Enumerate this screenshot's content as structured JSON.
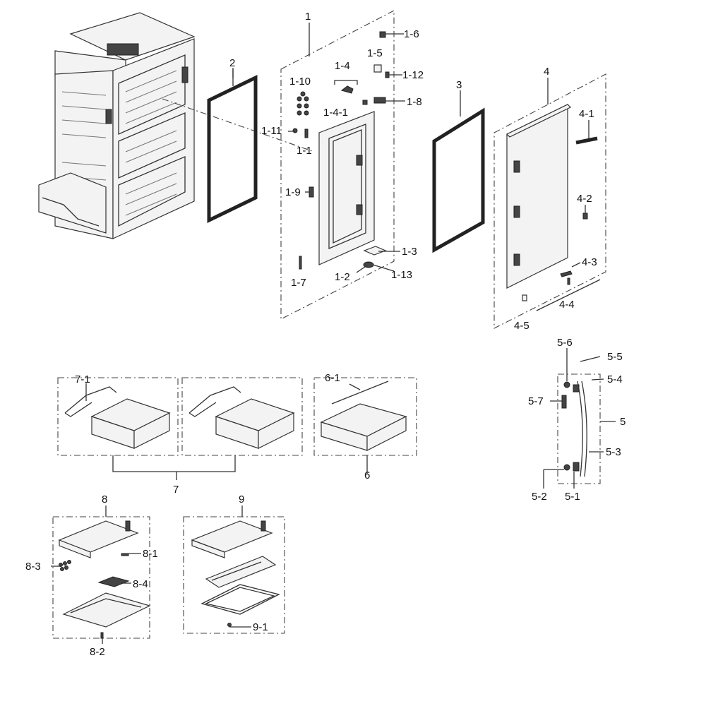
{
  "labels": {
    "l1": "1",
    "l1_1": "1-1",
    "l1_2": "1-2",
    "l1_3": "1-3",
    "l1_4": "1-4",
    "l1_4_1": "1-4-1",
    "l1_5": "1-5",
    "l1_6": "1-6",
    "l1_7": "1-7",
    "l1_8": "1-8",
    "l1_9": "1-9",
    "l1_10": "1-10",
    "l1_11": "1-11",
    "l1_12": "1-12",
    "l1_13": "1-13",
    "l2": "2",
    "l3": "3",
    "l4": "4",
    "l4_1": "4-1",
    "l4_2": "4-2",
    "l4_3": "4-3",
    "l4_4": "4-4",
    "l4_5": "4-5",
    "l5": "5",
    "l5_1": "5-1",
    "l5_2": "5-2",
    "l5_3": "5-3",
    "l5_4": "5-4",
    "l5_5": "5-5",
    "l5_6": "5-6",
    "l5_7": "5-7",
    "l6": "6",
    "l6_1": "6-1",
    "l7": "7",
    "l7_1": "7-1",
    "l8": "8",
    "l8_1": "8-1",
    "l8_2": "8-2",
    "l8_3": "8-3",
    "l8_4": "8-4",
    "l9": "9",
    "l9_1": "9-1"
  }
}
